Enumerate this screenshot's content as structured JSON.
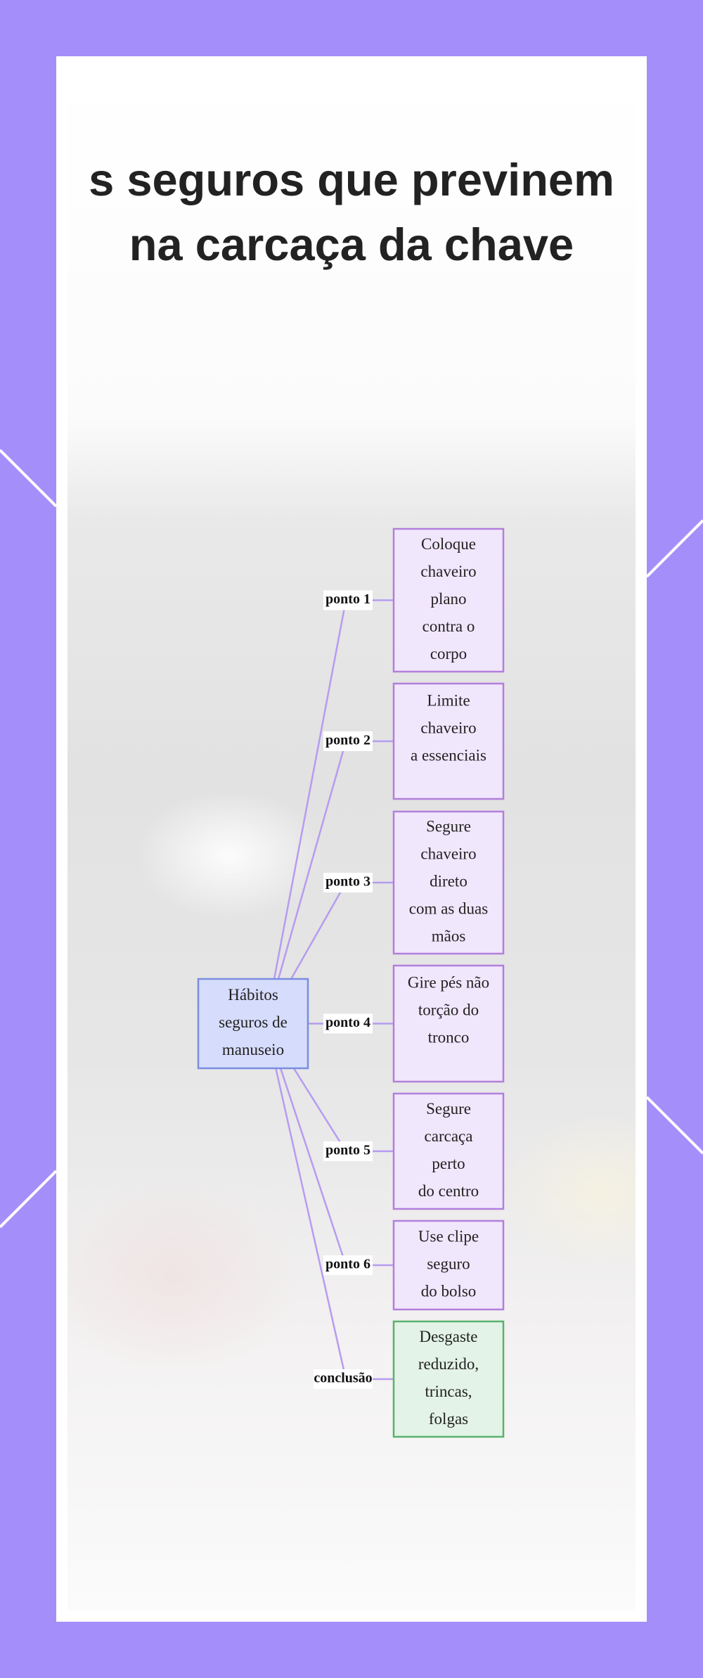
{
  "title": {
    "line1": "s seguros que previnem",
    "line2": "na carcaça da chave"
  },
  "diagram": {
    "root": {
      "lines": [
        "Hábitos",
        "seguros de",
        "manuseio"
      ],
      "fill": "#d6dcfb",
      "stroke": "#7a8ee0"
    },
    "edge_color": "#b69cf0",
    "branches": [
      {
        "label": "ponto 1",
        "lines": [
          "Coloque",
          "chaveiro",
          "plano",
          "contra o",
          "corpo"
        ],
        "fill": "#f1e7fd",
        "stroke": "#b27fdc"
      },
      {
        "label": "ponto 2",
        "lines": [
          "Limite",
          "chaveiro",
          "a essenciais"
        ],
        "fill": "#f1e7fd",
        "stroke": "#b27fdc"
      },
      {
        "label": "ponto 3",
        "lines": [
          "Segure",
          "chaveiro",
          "direto",
          "com as duas",
          "mãos"
        ],
        "fill": "#f1e7fd",
        "stroke": "#b27fdc"
      },
      {
        "label": "ponto 4",
        "lines": [
          "Gire pés não",
          "torção do",
          "tronco"
        ],
        "fill": "#f1e7fd",
        "stroke": "#b27fdc"
      },
      {
        "label": "ponto 5",
        "lines": [
          "Segure",
          "carcaça",
          "perto",
          "do centro"
        ],
        "fill": "#f1e7fd",
        "stroke": "#b27fdc"
      },
      {
        "label": "ponto 6",
        "lines": [
          "Use clipe",
          "seguro",
          "do bolso"
        ],
        "fill": "#f1e7fd",
        "stroke": "#b27fdc"
      },
      {
        "label": "conclusão",
        "lines": [
          "Desgaste",
          "reduzido,",
          "trincas,",
          "folgas"
        ],
        "fill": "#e3f3e7",
        "stroke": "#58b26c"
      }
    ]
  },
  "colors": {
    "background": "#a48ffa",
    "card": "#ffffff",
    "title_text": "#222222"
  }
}
